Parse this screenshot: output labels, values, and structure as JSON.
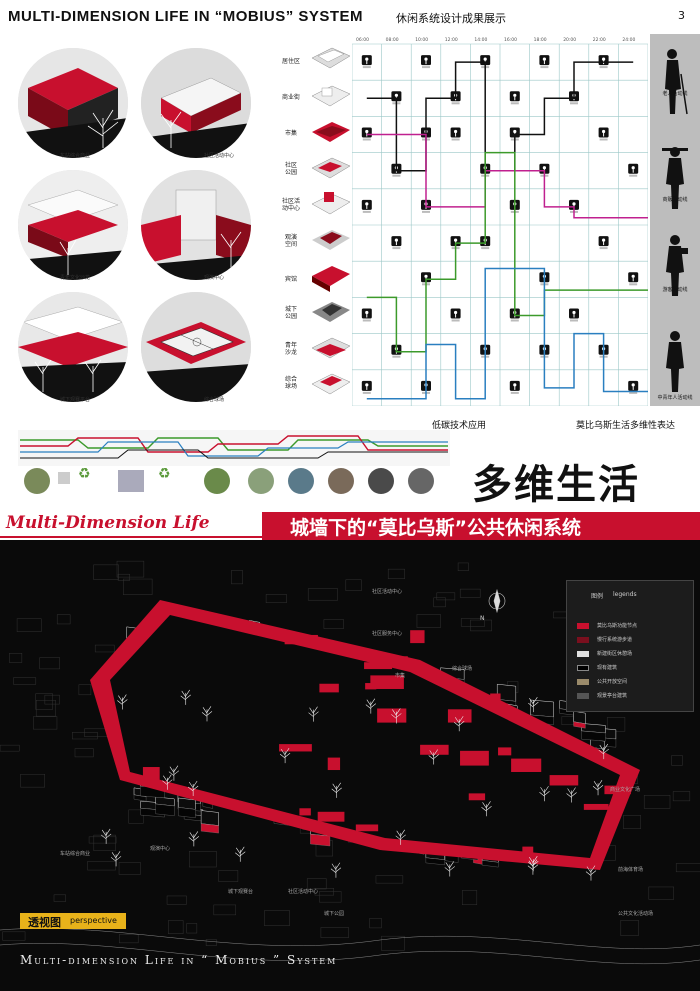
{
  "header": {
    "title": "MULTI-DIMENSION LIFE IN “MOBIUS” SYSTEM",
    "subtitle": "休闲系统设计成果展示",
    "page_number": "3"
  },
  "circles": [
    {
      "caption": "车站综合商业"
    },
    {
      "caption": "社区活动中心"
    },
    {
      "caption": "青年文化沙龙"
    },
    {
      "caption": "观演中心"
    },
    {
      "caption": "城下观赛平台"
    },
    {
      "caption": "综合球场"
    }
  ],
  "activity_rows": [
    {
      "label": "居住区"
    },
    {
      "label": "商业街"
    },
    {
      "label": "市集"
    },
    {
      "label": "社区\n公园"
    },
    {
      "label": "社区活\n动中心"
    },
    {
      "label": "观演\n空间"
    },
    {
      "label": "宾馆"
    },
    {
      "label": "城下\n公园"
    },
    {
      "label": "青年\n沙龙"
    },
    {
      "label": "综合\n球场"
    }
  ],
  "time_axis": [
    "06:00",
    "08:00",
    "10:00",
    "12:00",
    "14:00",
    "16:00",
    "18:00",
    "20:00",
    "22:00",
    "24:00"
  ],
  "figures": [
    {
      "label": "老人活动线"
    },
    {
      "label": "商贩活动线"
    },
    {
      "label": "游客活动线"
    },
    {
      "label": "中青年人活动线"
    }
  ],
  "colors": {
    "accent_red": "#c8102e",
    "line_black": "#111111",
    "line_magenta": "#c0208f",
    "line_green": "#3c9a2b",
    "line_blue": "#2a7fc0",
    "panel_gray": "#bdbdbd",
    "map_bg": "#0a0a0a",
    "perspective_yellow": "#e8b21a"
  },
  "tech_label": "低碳技术应用",
  "mobius_label": "莫比乌斯生活多维性表达",
  "big_title_cn": "多维生活",
  "banner": {
    "en": "Multi-Dimension Life",
    "cn": "城墙下的“莫比乌斯”公共休闲系统"
  },
  "map": {
    "legend_title": "图例",
    "legend_title_en": "legends",
    "legend_items": [
      {
        "label": "莫比乌斯功能节点",
        "color": "#c8102e"
      },
      {
        "label": "慢行系统游步道",
        "color": "#7a0f1e"
      },
      {
        "label": "新建街区休憩场",
        "color": "#e0e0e0"
      },
      {
        "label": "现有建筑",
        "color": "#000000"
      },
      {
        "label": "公共开放空间",
        "color": "#9a8a6a"
      },
      {
        "label": "观景亭台建筑",
        "color": "#555555"
      }
    ],
    "annotations": [
      "社区活动中心",
      "社区服务中心",
      "市集",
      "综合球场",
      "商业文化广场",
      "车站综合商业",
      "观演中心",
      "城下观赛台",
      "社区活动中心",
      "城下公园",
      "前海体育场",
      "公共文化活动场"
    ],
    "perspective_cn": "透视图",
    "perspective_en": "perspective"
  },
  "footer_title": "Multi-dimension Life in “ Mobius ” System"
}
